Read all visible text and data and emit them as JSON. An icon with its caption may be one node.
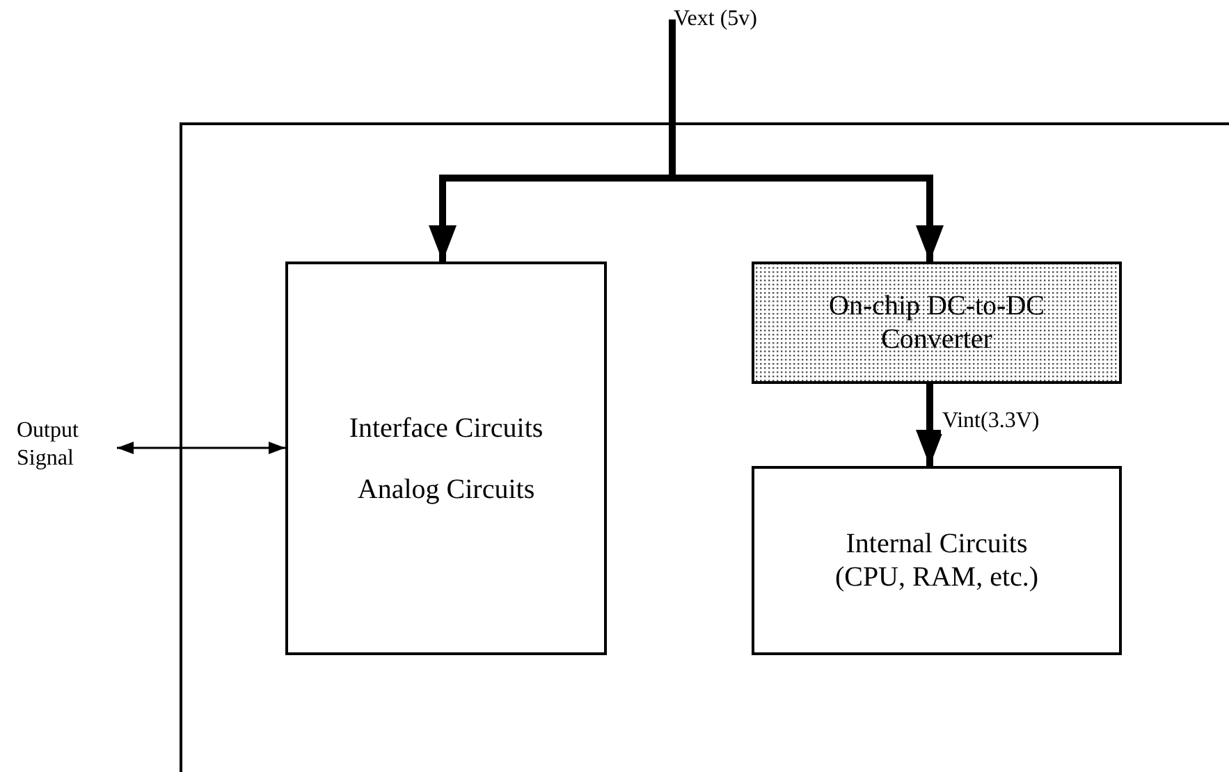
{
  "diagram": {
    "nodes": [
      {
        "text": [
          "Vext (5v)"
        ]
      },
      {
        "text": [
          "Interface Circuits",
          "Analog Circuits"
        ]
      },
      {
        "text": [
          "On-chip DC-to-DC Converter"
        ]
      },
      {
        "text": [
          "Internal Circuits (CPU, RAM, etc.)"
        ]
      },
      {
        "text": [
          "Output Signal"
        ]
      }
    ],
    "edges": [
      {
        "from": 0,
        "to": 1,
        "arrow": "to"
      },
      {
        "from": 0,
        "to": 2,
        "arrow": "to"
      },
      {
        "from": 2,
        "to": 3,
        "arrow": "to",
        "label": "Vint(3.3V)"
      },
      {
        "from": 4,
        "to": 1,
        "arrow": "both"
      }
    ]
  }
}
